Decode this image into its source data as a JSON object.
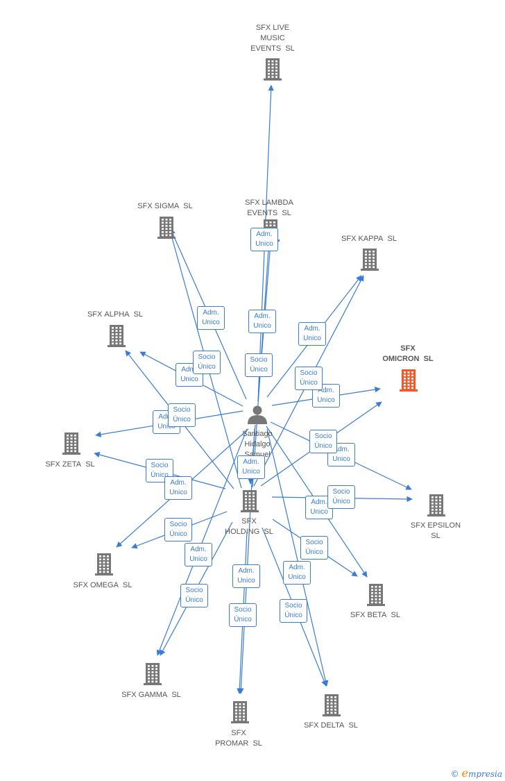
{
  "person": {
    "id": "santiago",
    "name": "Santiago Hidalgo Samuel",
    "lines": [
      "Santiago",
      "Hidalgo",
      "Samuel"
    ]
  },
  "nodes": [
    {
      "id": "live",
      "lines": [
        "SFX LIVE",
        "MUSIC",
        "EVENTS  SL"
      ],
      "highlight": false
    },
    {
      "id": "lambda",
      "lines": [
        "SFX LAMBDA",
        "EVENTS  SL"
      ],
      "highlight": false
    },
    {
      "id": "sigma",
      "lines": [
        "SFX SIGMA  SL"
      ],
      "highlight": false
    },
    {
      "id": "kappa",
      "lines": [
        "SFX KAPPA  SL"
      ],
      "highlight": false
    },
    {
      "id": "alpha",
      "lines": [
        "SFX ALPHA  SL"
      ],
      "highlight": false
    },
    {
      "id": "omicron",
      "lines": [
        "SFX",
        "OMICRON  SL"
      ],
      "highlight": true
    },
    {
      "id": "zeta",
      "lines": [
        "SFX ZETA  SL"
      ],
      "highlight": false
    },
    {
      "id": "holding",
      "lines": [
        "SFX",
        "HOLDING  SL"
      ],
      "highlight": false
    },
    {
      "id": "epsilon",
      "lines": [
        "SFX EPSILON",
        "SL"
      ],
      "highlight": false
    },
    {
      "id": "omega",
      "lines": [
        "SFX OMEGA  SL"
      ],
      "highlight": false
    },
    {
      "id": "beta",
      "lines": [
        "SFX BETA  SL"
      ],
      "highlight": false
    },
    {
      "id": "gamma",
      "lines": [
        "SFX GAMMA  SL"
      ],
      "highlight": false
    },
    {
      "id": "delta",
      "lines": [
        "SFX DELTA  SL"
      ],
      "highlight": false
    },
    {
      "id": "promar",
      "lines": [
        "SFX",
        "PROMAR  SL"
      ],
      "highlight": false
    }
  ],
  "edges": [
    {
      "from": "santiago",
      "to": "live",
      "label": "Adm.\nUnico"
    },
    {
      "from": "santiago",
      "to": "lambda",
      "label": "Adm.\nUnico"
    },
    {
      "from": "santiago",
      "to": "sigma",
      "label": "Adm.\nUnico"
    },
    {
      "from": "santiago",
      "to": "kappa",
      "label": "Adm.\nUnico"
    },
    {
      "from": "santiago",
      "to": "alpha",
      "label": "Adm.\nUnico"
    },
    {
      "from": "santiago",
      "to": "omicron",
      "label": "Adm.\nUnico"
    },
    {
      "from": "santiago",
      "to": "zeta",
      "label": "Adm.\nUnico"
    },
    {
      "from": "santiago",
      "to": "holding",
      "label": "Adm.\nUnico"
    },
    {
      "from": "santiago",
      "to": "epsilon",
      "label": "Adm.\nUnico"
    },
    {
      "from": "santiago",
      "to": "beta",
      "label": "Adm.\nUnico"
    },
    {
      "from": "holding",
      "to": "live",
      "label": "Socio\nÚnico"
    },
    {
      "from": "holding",
      "to": "sigma",
      "label": "Socio\nÚnico"
    },
    {
      "from": "holding",
      "to": "kappa",
      "label": "Socio\nÚnico"
    },
    {
      "from": "holding",
      "to": "alpha",
      "label": "Socio\nÚnico"
    },
    {
      "from": "holding",
      "to": "omicron",
      "label": "Socio\nÚnico"
    },
    {
      "from": "holding",
      "to": "zeta",
      "label": "Socio\nÚnico"
    },
    {
      "from": "holding",
      "to": "epsilon",
      "label": "Socio\nÚnico"
    },
    {
      "from": "holding",
      "to": "omega",
      "label": "Socio\nÚnico"
    },
    {
      "from": "holding",
      "to": "beta",
      "label": "Socio\nÚnico"
    },
    {
      "from": "holding",
      "to": "gamma",
      "label": "Socio\nÚnico"
    },
    {
      "from": "holding",
      "to": "delta",
      "label": "Socio\nÚnico"
    },
    {
      "from": "holding",
      "to": "promar",
      "label": "Socio\nÚnico"
    },
    {
      "from": "santiago",
      "to": "omega",
      "label": "Adm.\nUnico"
    },
    {
      "from": "santiago",
      "to": "gamma",
      "label": "Adm.\nUnico"
    },
    {
      "from": "santiago",
      "to": "delta",
      "label": "Adm.\nUnico"
    },
    {
      "from": "santiago",
      "to": "promar",
      "label": "Adm.\nUnico"
    }
  ],
  "colors": {
    "edge": "#3a7bd5",
    "building": "#777777",
    "highlight": "#f05a28",
    "label_text": "#555555"
  },
  "footer": {
    "copyright": "©",
    "brand_e": "e",
    "brand_rest": "mpresia"
  }
}
